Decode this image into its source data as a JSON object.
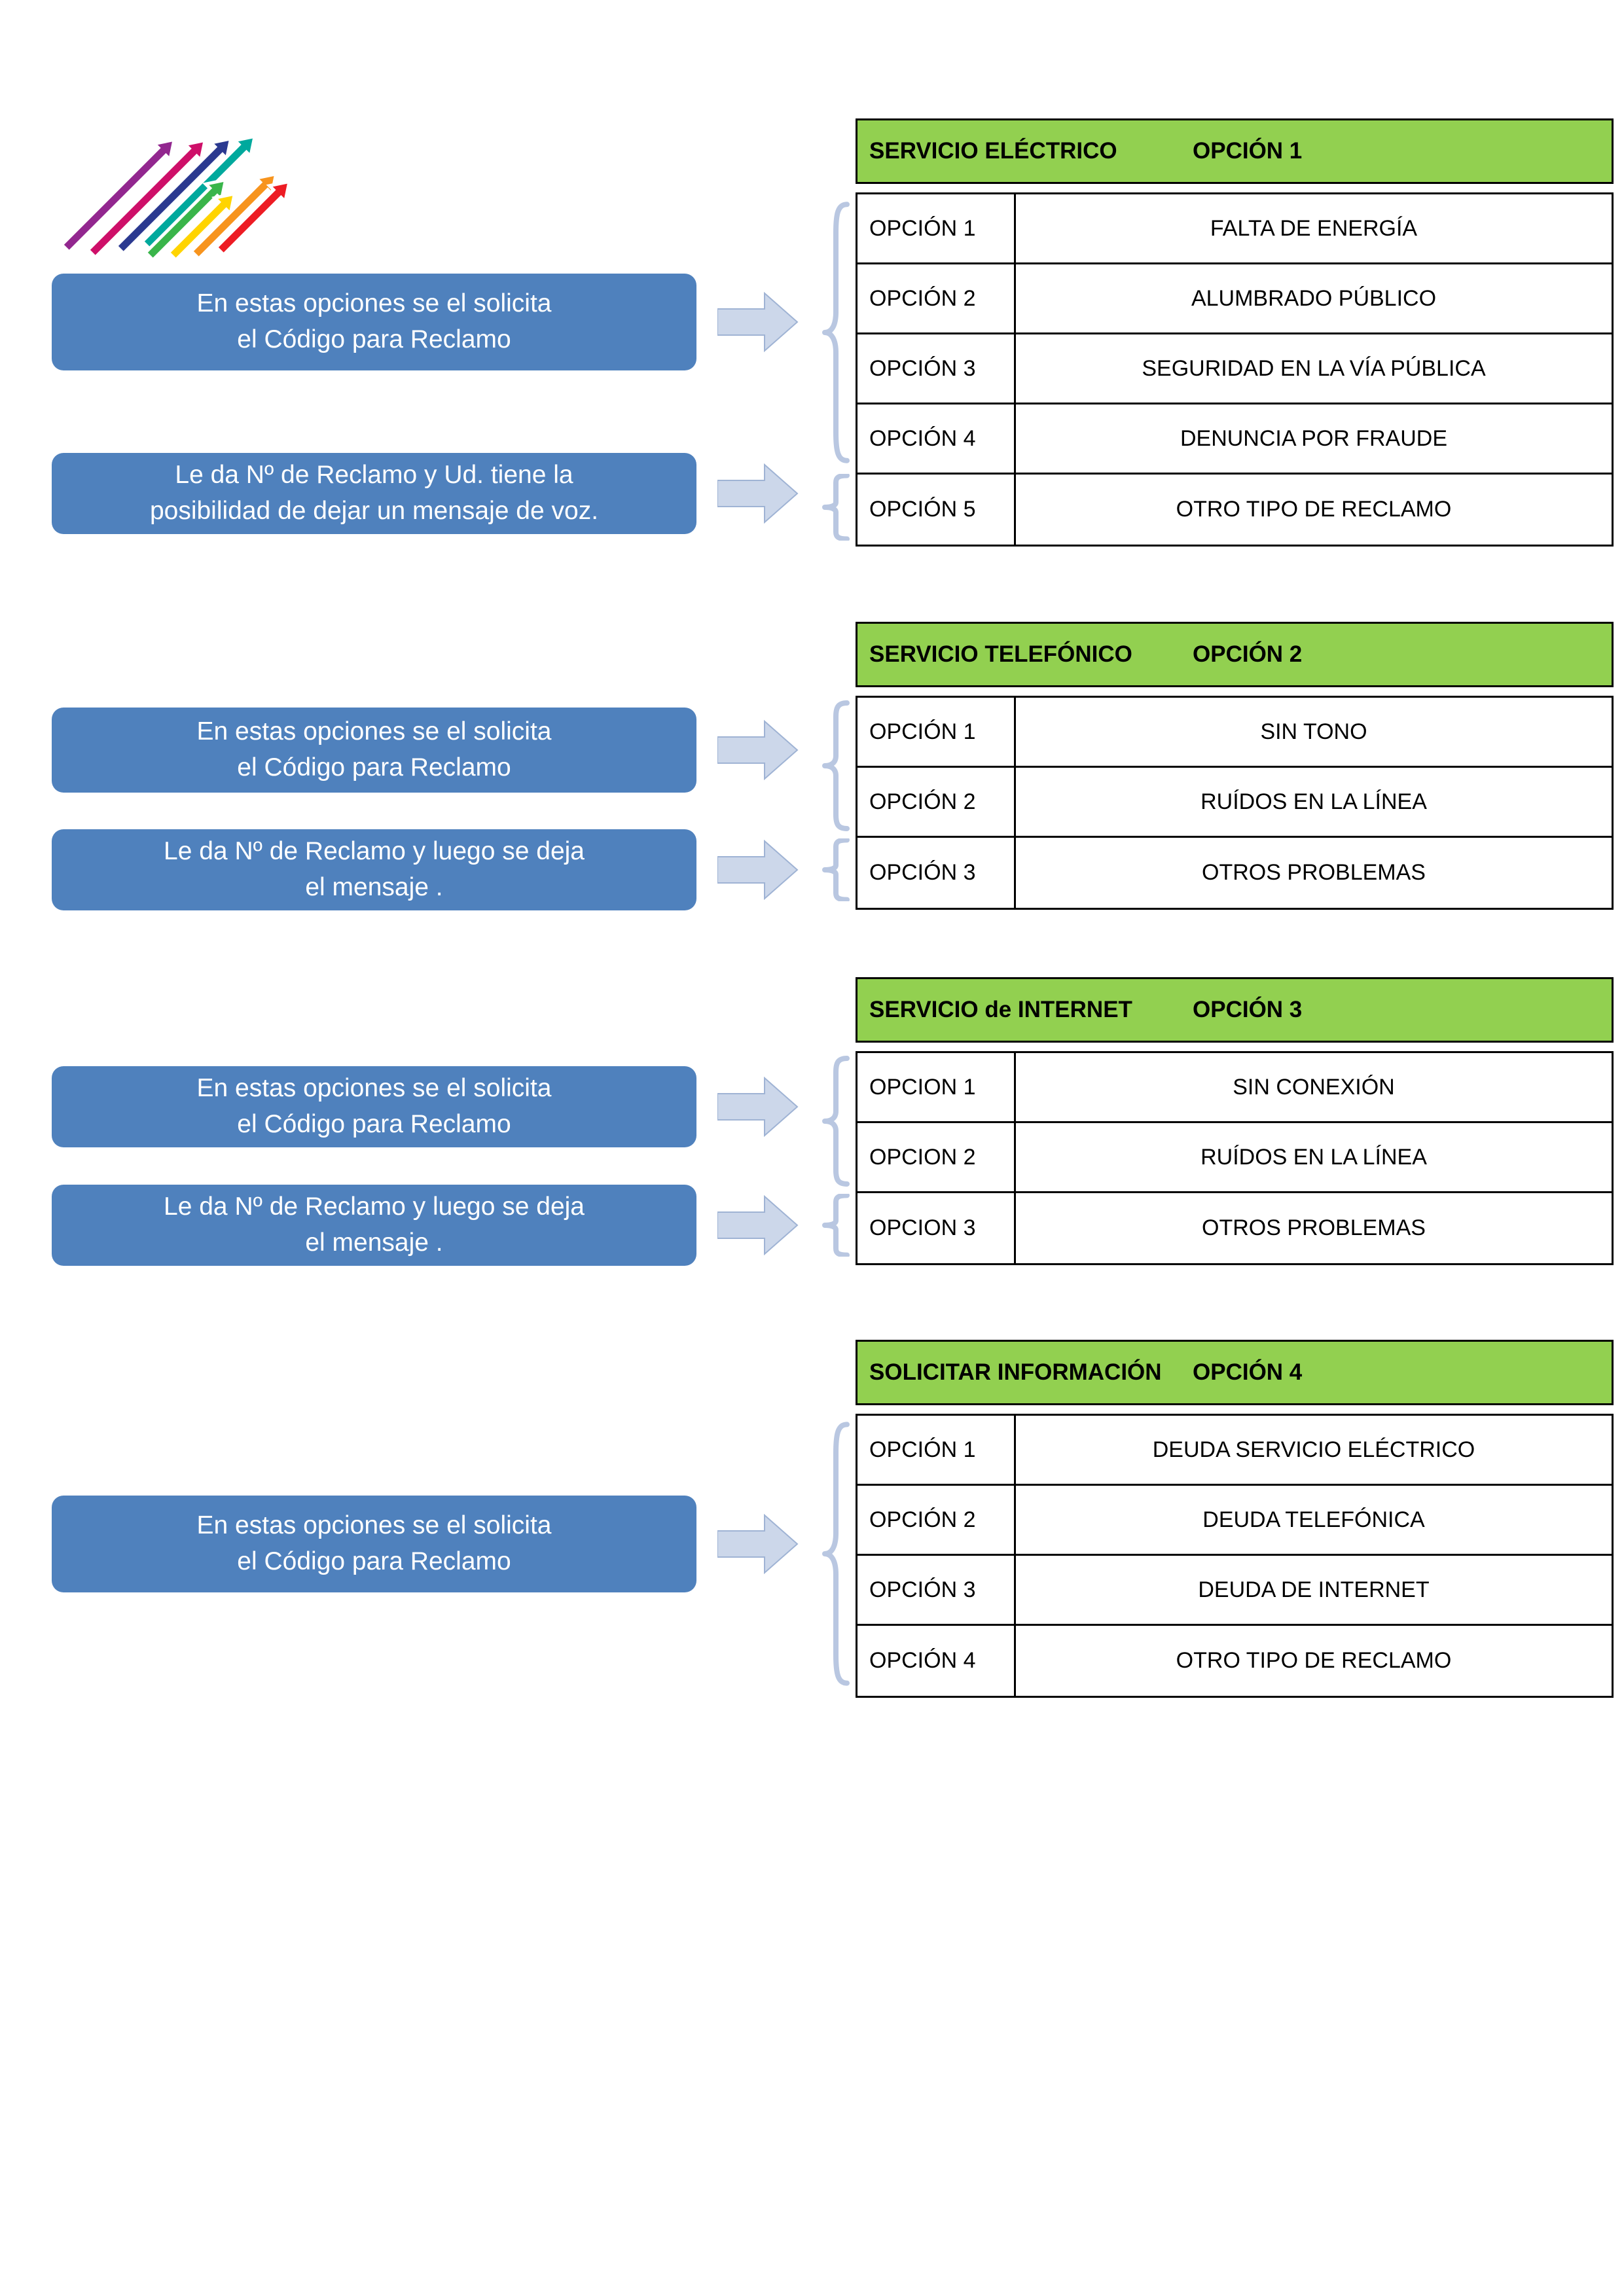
{
  "colors": {
    "green": "#92d050",
    "blue": "#4f81bd",
    "calloutText": "#ffffff",
    "arrowFill": "#ccd7ea",
    "arrowStroke": "#9fb3d4",
    "braceColor": "#b9c7e1",
    "tableBorder": "#000000"
  },
  "logo": {
    "description": "multicolor-diagonal-arrows-logo",
    "colors": [
      "#92278F",
      "#CE0F69",
      "#2B3990",
      "#00A99D",
      "#39B54A",
      "#FFD400",
      "#F7941E",
      "#ED1C24"
    ]
  },
  "sections": [
    {
      "table": {
        "title": "SERVICIO ELÉCTRICO",
        "option": "OPCIÓN 1",
        "rows": [
          {
            "option": "OPCIÓN 1",
            "desc": "FALTA DE ENERGÍA"
          },
          {
            "option": "OPCIÓN 2",
            "desc": "ALUMBRADO PÚBLICO"
          },
          {
            "option": "OPCIÓN 3",
            "desc": "SEGURIDAD EN LA VÍA PÚBLICA"
          },
          {
            "option": "OPCIÓN 4",
            "desc": "DENUNCIA POR FRAUDE"
          },
          {
            "option": "OPCIÓN 5",
            "desc": "OTRO TIPO DE RECLAMO"
          }
        ]
      },
      "callouts": [
        {
          "line1": "En estas opciones se el solicita",
          "line2": "el Código para Reclamo"
        },
        {
          "line1": "Le da Nº de Reclamo y Ud. tiene la",
          "line2": "posibilidad de dejar un mensaje de voz."
        }
      ]
    },
    {
      "table": {
        "title": "SERVICIO TELEFÓNICO",
        "option": "OPCIÓN 2",
        "rows": [
          {
            "option": "OPCIÓN 1",
            "desc": "SIN TONO"
          },
          {
            "option": "OPCIÓN 2",
            "desc": "RUÍDOS EN LA LÍNEA"
          },
          {
            "option": "OPCIÓN 3",
            "desc": "OTROS PROBLEMAS"
          }
        ]
      },
      "callouts": [
        {
          "line1": "En estas opciones se el solicita",
          "line2": "el Código para Reclamo"
        },
        {
          "line1": "Le da Nº de Reclamo y luego se deja",
          "line2": "el mensaje ."
        }
      ]
    },
    {
      "table": {
        "title": "SERVICIO de INTERNET",
        "option": "OPCIÓN 3",
        "rows": [
          {
            "option": "OPCION 1",
            "desc": "SIN CONEXIÓN"
          },
          {
            "option": "OPCION 2",
            "desc": "RUÍDOS EN LA LÍNEA"
          },
          {
            "option": "OPCION 3",
            "desc": "OTROS PROBLEMAS"
          }
        ]
      },
      "callouts": [
        {
          "line1": "En estas opciones se el solicita",
          "line2": "el Código para Reclamo"
        },
        {
          "line1": "Le da Nº de Reclamo y luego se deja",
          "line2": "el mensaje ."
        }
      ]
    },
    {
      "table": {
        "title": "SOLICITAR INFORMACIÓN",
        "option": "OPCIÓN 4",
        "rows": [
          {
            "option": "OPCIÓN 1",
            "desc": "DEUDA SERVICIO ELÉCTRICO"
          },
          {
            "option": "OPCIÓN 2",
            "desc": "DEUDA TELEFÓNICA"
          },
          {
            "option": "OPCIÓN 3",
            "desc": "DEUDA DE INTERNET"
          },
          {
            "option": "OPCIÓN 4",
            "desc": "OTRO TIPO DE RECLAMO"
          }
        ]
      },
      "callouts": [
        {
          "line1": "En estas opciones se el solicita",
          "line2": "el Código para Reclamo"
        }
      ]
    }
  ]
}
